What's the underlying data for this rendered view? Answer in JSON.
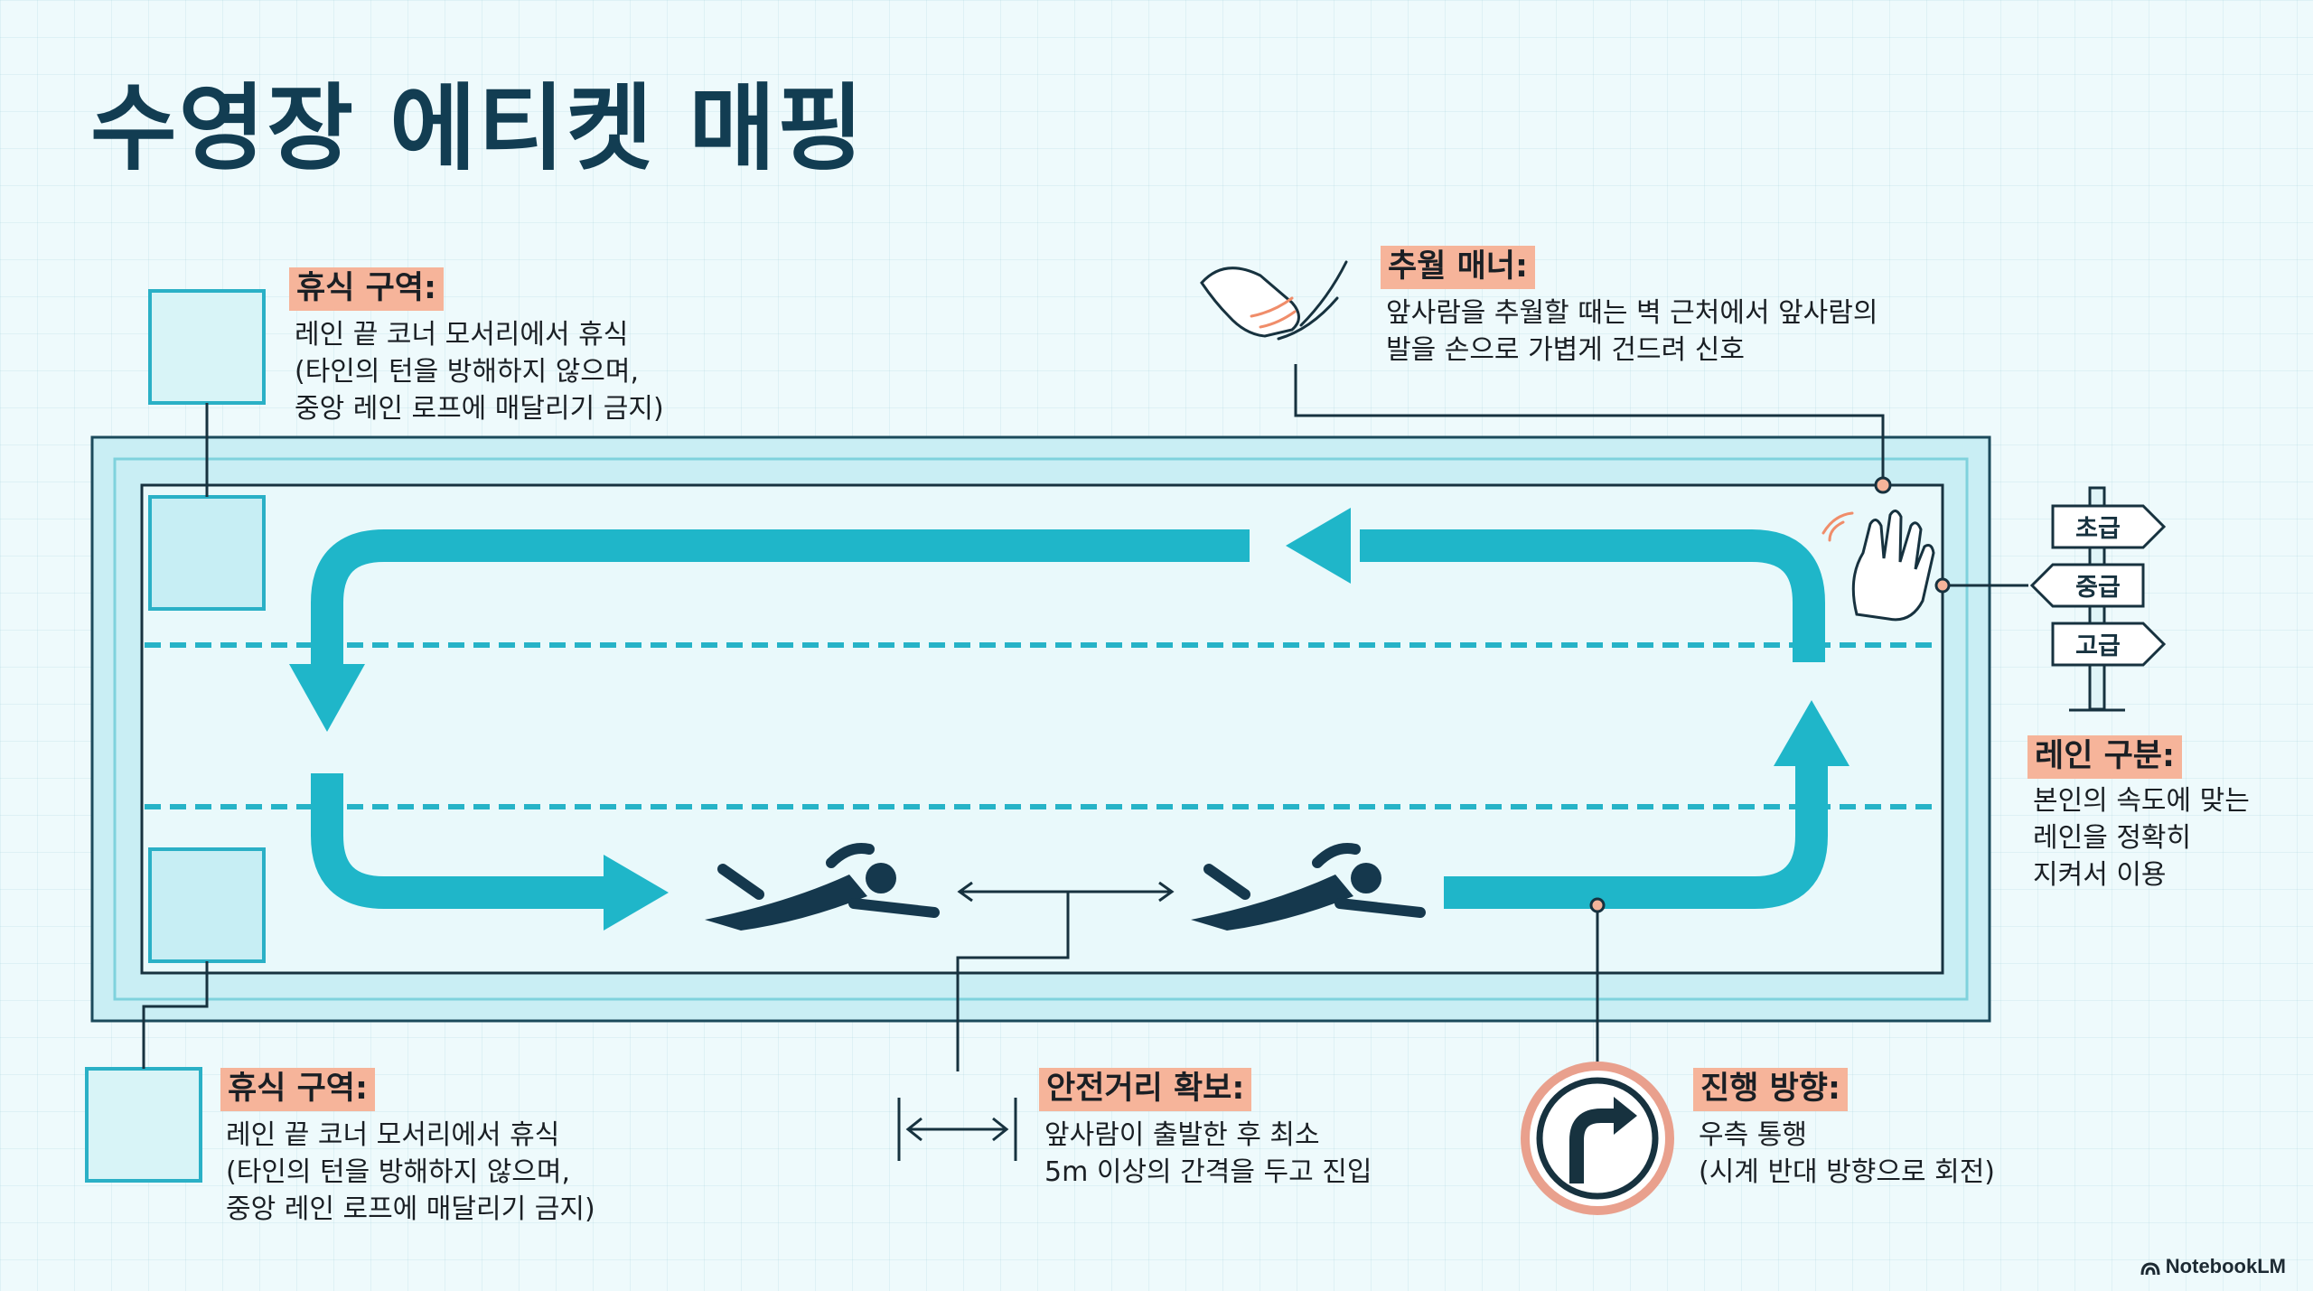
{
  "title": "수영장 에티켓 매핑",
  "rest_top": {
    "label": "휴식 구역:",
    "lines": [
      "레인 끝 코너 모서리에서 휴식",
      "(타인의 턴을 방해하지 않으며,",
      "중앙 레인 로프에 매달리기 금지)"
    ]
  },
  "rest_bottom": {
    "label": "휴식 구역:",
    "lines": [
      "레인 끝 코너 모서리에서 휴식",
      "(타인의 턴을 방해하지 않으며,",
      "중앙 레인 로프에 매달리기 금지)"
    ]
  },
  "overtake": {
    "label": "추월 매너:",
    "lines": [
      "앞사람을 추월할 때는 벽 근처에서 앞사람의",
      "발을 손으로 가볍게 건드려 신호"
    ]
  },
  "lane_division": {
    "label": "레인 구분:",
    "lines": [
      "본인의 속도에 맞는",
      "레인을 정확히",
      "지켜서 이용"
    ]
  },
  "signpost": {
    "beginner": "초급",
    "intermediate": "중급",
    "advanced": "고급"
  },
  "safe_distance": {
    "label": "안전거리 확보:",
    "lines": [
      "앞사람이 출발한 후 최소",
      "5m 이상의 간격을 두고 진입"
    ]
  },
  "direction": {
    "label": "진행 방향:",
    "lines": [
      "우측 통행",
      "(시계 반대 방향으로 회전)"
    ]
  },
  "brand": "NotebookLM",
  "colors": {
    "flow_arrow": "#1fb6c9",
    "pool_border": "#17323f",
    "pool_rim": "#c9eef4",
    "label_highlight": "#f6b49a",
    "swimmer": "#15384d",
    "direction_ring": "#e9a08d"
  }
}
